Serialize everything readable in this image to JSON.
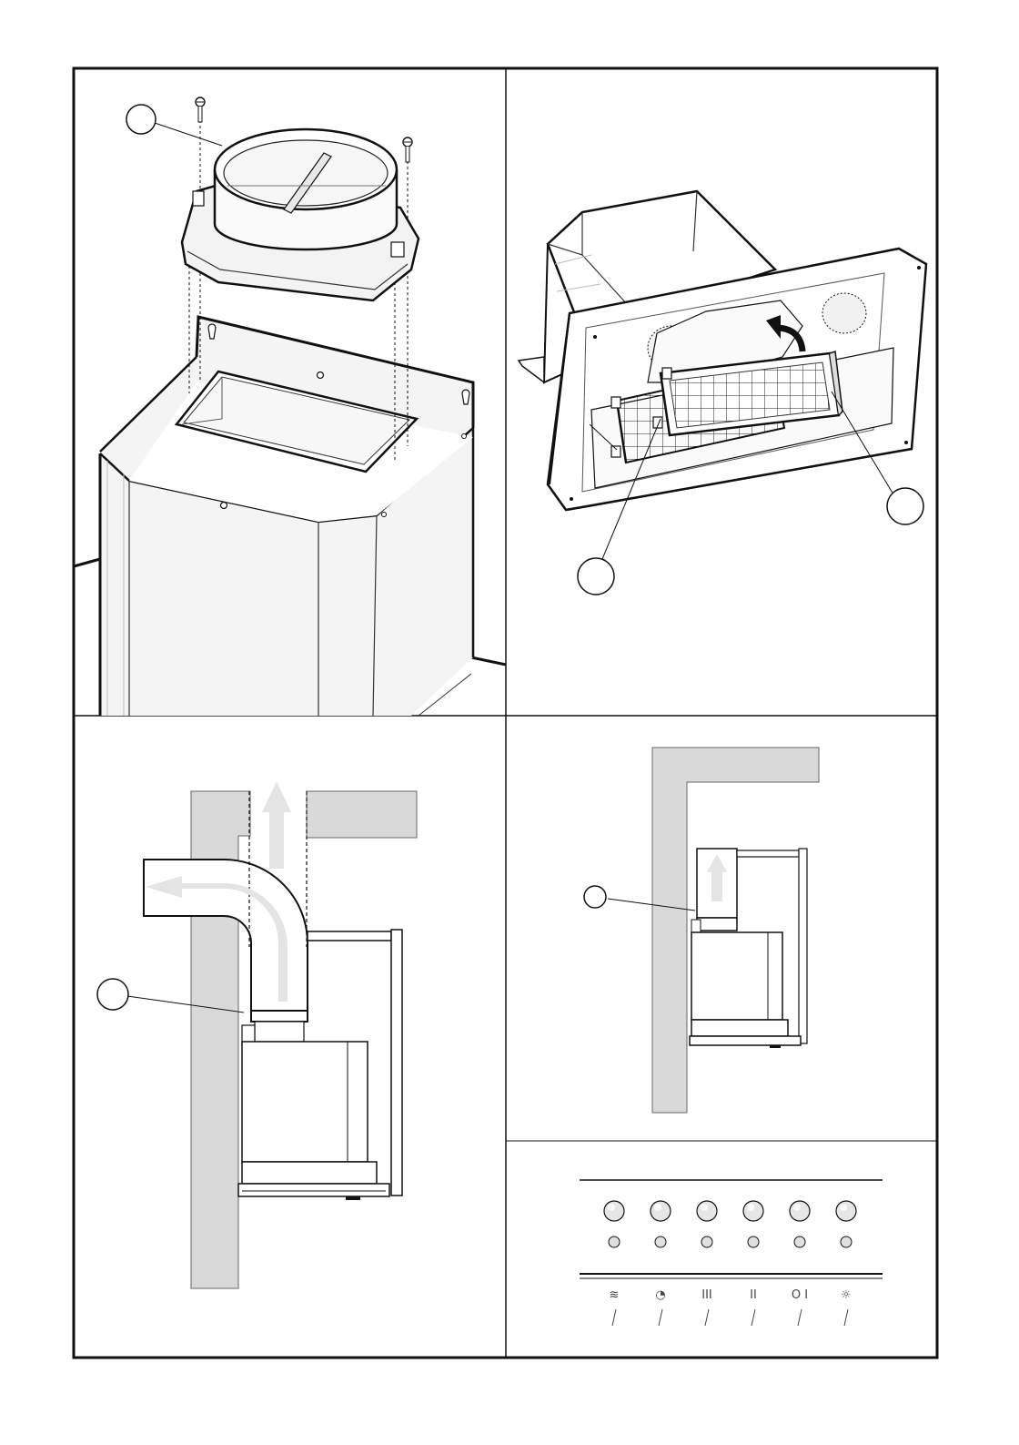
{
  "panels": [
    {
      "id": "panel-1",
      "content": "ducting-adapter-installation",
      "callouts": [
        ""
      ]
    },
    {
      "id": "panel-2",
      "content": "grease-filter-removal",
      "callouts": [
        "",
        ""
      ]
    },
    {
      "id": "panel-3",
      "content": "ducted-exhaust-to-outside",
      "callouts": [
        ""
      ]
    },
    {
      "id": "panel-4",
      "content": "recirculation-installation",
      "callouts": [
        ""
      ]
    },
    {
      "id": "panel-5",
      "content": "control-panel"
    }
  ],
  "control_panel": {
    "buttons": [
      {
        "icon": "heat-waves-icon",
        "symbol": "≋"
      },
      {
        "icon": "timer-icon",
        "symbol": "◔"
      },
      {
        "icon": "speed-3-icon",
        "symbol": "III"
      },
      {
        "icon": "speed-2-icon",
        "symbol": "II"
      },
      {
        "icon": "power-icon",
        "symbol": "O I"
      },
      {
        "icon": "light-icon",
        "symbol": "☼"
      }
    ]
  },
  "colors": {
    "line": "#111111",
    "wall": "#d9d9d9",
    "shade": "#ececec",
    "arrow": "#e4e4e4"
  }
}
